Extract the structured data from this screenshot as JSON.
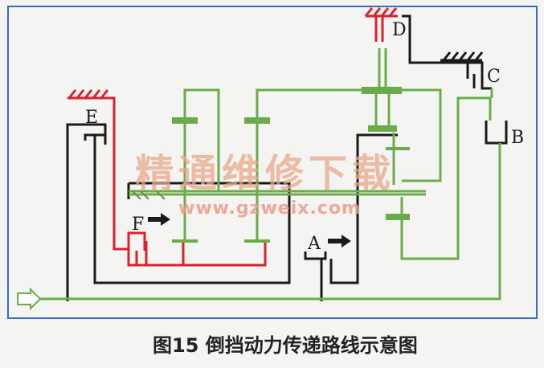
{
  "labels": {
    "brake_d": "D",
    "clutch_c": "C",
    "clutch_b": "B",
    "clutch_e": "E",
    "clutch_f": "F",
    "clutch_a": "A"
  },
  "watermark": {
    "cn": "精通维修下载",
    "url": "www.gzweix.com"
  },
  "caption": "图15 倒挡动力传递路线示意图",
  "colors": {
    "power_path": "#6bab4c",
    "brake_e": "#d7222a",
    "shafts": "#1a1a1a",
    "frame": "#3a6bc4"
  }
}
